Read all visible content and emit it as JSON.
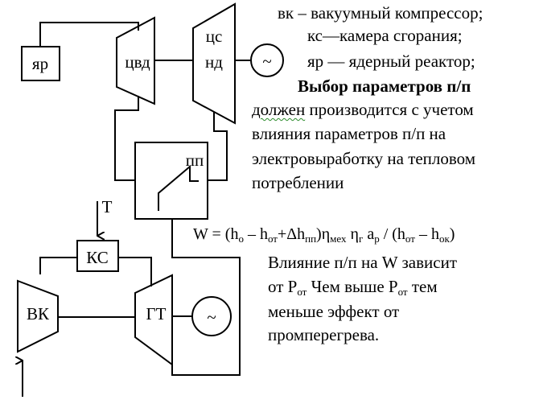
{
  "diagram": {
    "labels": {
      "reactor": "яр",
      "hp_turbine": "цвд",
      "lp_turbine_top": "цс",
      "lp_turbine_bottom": "нд",
      "generator_top": "~",
      "reheater": "пп",
      "heat_input": "T",
      "combustion_chamber": "КС",
      "compressor": "ВК",
      "gas_turbine": "ГТ",
      "generator_bottom": "~"
    }
  },
  "legend": {
    "line1": "вк – вакуумный компрессор;",
    "line2": "кс—камера сгорания;",
    "line3": "яр — ядерный реактор;"
  },
  "notes": {
    "heading": "Выбор параметров п/п",
    "body_line1_pre": "должен",
    "body_line1_post": " производится с учетом",
    "body_line2": "влияния параметров п/п на",
    "body_line3": "электровыработку на тепловом",
    "body_line4": "потреблении"
  },
  "formula": {
    "lhs": "W = (h",
    "sub_o": "о",
    "minus_h": " – h",
    "sub_ot1": "от",
    "plus_dh": "+Δh",
    "sub_pp": "пп",
    "eta": ")η",
    "sub_mech": "мех",
    "eta_g": " η",
    "sub_g": "г",
    "a": " a",
    "sub_r": "р",
    "div": " / (h",
    "sub_ot2": "от",
    "minus_h2": " – h",
    "sub_ok": "ок",
    "close": ")"
  },
  "conclusion": {
    "line1": "Влияние п/п на W зависит",
    "line2_pre": "от P",
    "line2_sub": "от",
    "line2_mid": " Чем выше P",
    "line2_sub2": "от",
    "line2_post": " тем",
    "line3": "меньше эффект от",
    "line4": "промперегрева."
  }
}
